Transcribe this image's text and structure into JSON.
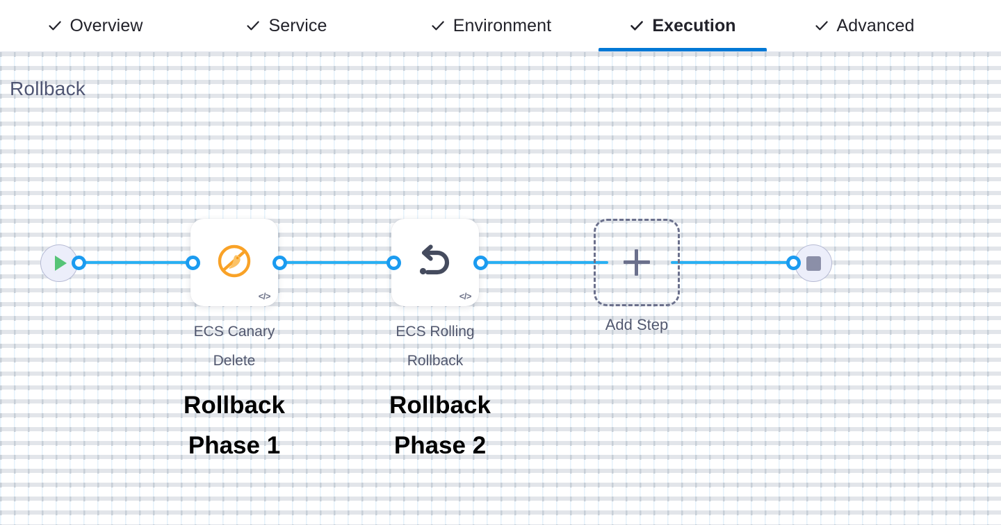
{
  "tabs": [
    {
      "label": "Overview",
      "icon": "check-icon",
      "active": false
    },
    {
      "label": "Service",
      "icon": "check-icon",
      "active": false
    },
    {
      "label": "Environment",
      "icon": "check-icon",
      "active": false
    },
    {
      "label": "Execution",
      "icon": "check-icon",
      "active": true
    },
    {
      "label": "Advanced",
      "icon": "check-icon",
      "active": false
    }
  ],
  "canvas": {
    "title": "Rollback"
  },
  "graph": {
    "start_node": {
      "icon": "play-icon",
      "name": "start"
    },
    "end_node": {
      "icon": "stop-icon",
      "name": "stop"
    },
    "steps": [
      {
        "label": "ECS Canary\nDelete",
        "icon": "canary-delete-icon",
        "badge": "</>",
        "annotation": "Rollback\nPhase 1"
      },
      {
        "label": "ECS Rolling\nRollback",
        "icon": "rollback-arrow-icon",
        "badge": "</>",
        "annotation": "Rollback\nPhase 2"
      }
    ],
    "add_step": {
      "label": "Add Step",
      "icon": "plus-icon"
    }
  },
  "colors": {
    "accent_blue": "#0278d5",
    "connector_blue": "#29b0f3",
    "port_blue": "#1b9bf0",
    "canary_orange": "#f9a63a",
    "rollback_slate": "#454b5e",
    "play_green": "#56c477",
    "stop_gray": "#8b8fa8",
    "title_slate": "#4f5573",
    "label_slate": "#52586f",
    "dashed_border": "#6b708c"
  }
}
